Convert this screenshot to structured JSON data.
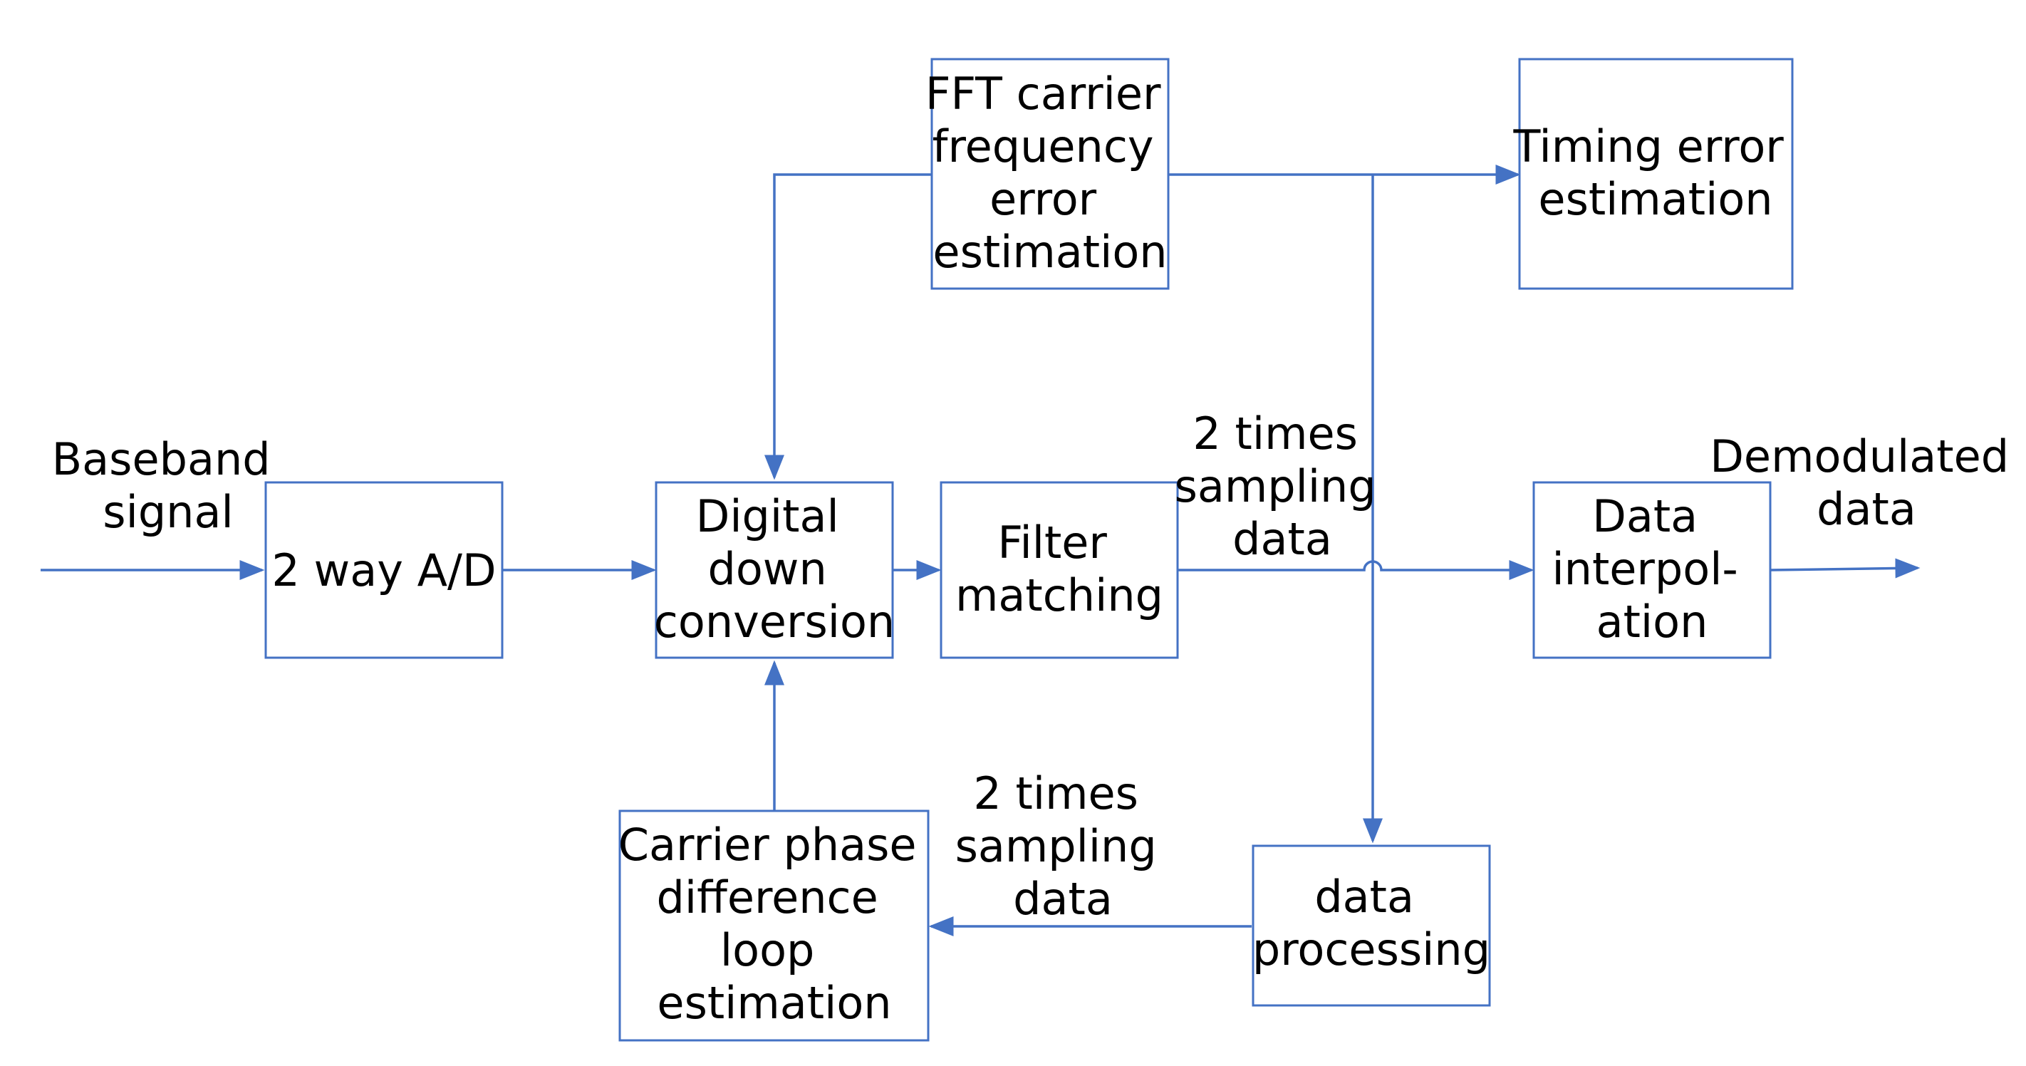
{
  "blocks": {
    "ad": [
      "2 way A/D"
    ],
    "ddc": [
      "Digital",
      "down",
      "conversion"
    ],
    "filter": [
      "Filter",
      "matching"
    ],
    "fft": [
      "FFT carrier",
      "frequency",
      "error",
      "estimation"
    ],
    "timing": [
      "Timing error",
      "estimation"
    ],
    "interp": [
      "Data",
      "interpol-",
      "ation"
    ],
    "dataproc": [
      "data",
      "processing"
    ],
    "carrier": [
      "Carrier phase",
      "difference",
      "loop",
      "estimation"
    ]
  },
  "labels": {
    "baseband": [
      "Baseband",
      "signal"
    ],
    "demod": [
      "Demodulated",
      "data"
    ],
    "sampling_top": [
      "2 times",
      "sampling",
      "data"
    ],
    "sampling_bottom": [
      "2 times",
      "sampling",
      "data"
    ]
  },
  "colors": {
    "line": "#4472c4",
    "box_border": "#4472c4",
    "text": "#000000",
    "background": "#ffffff"
  }
}
